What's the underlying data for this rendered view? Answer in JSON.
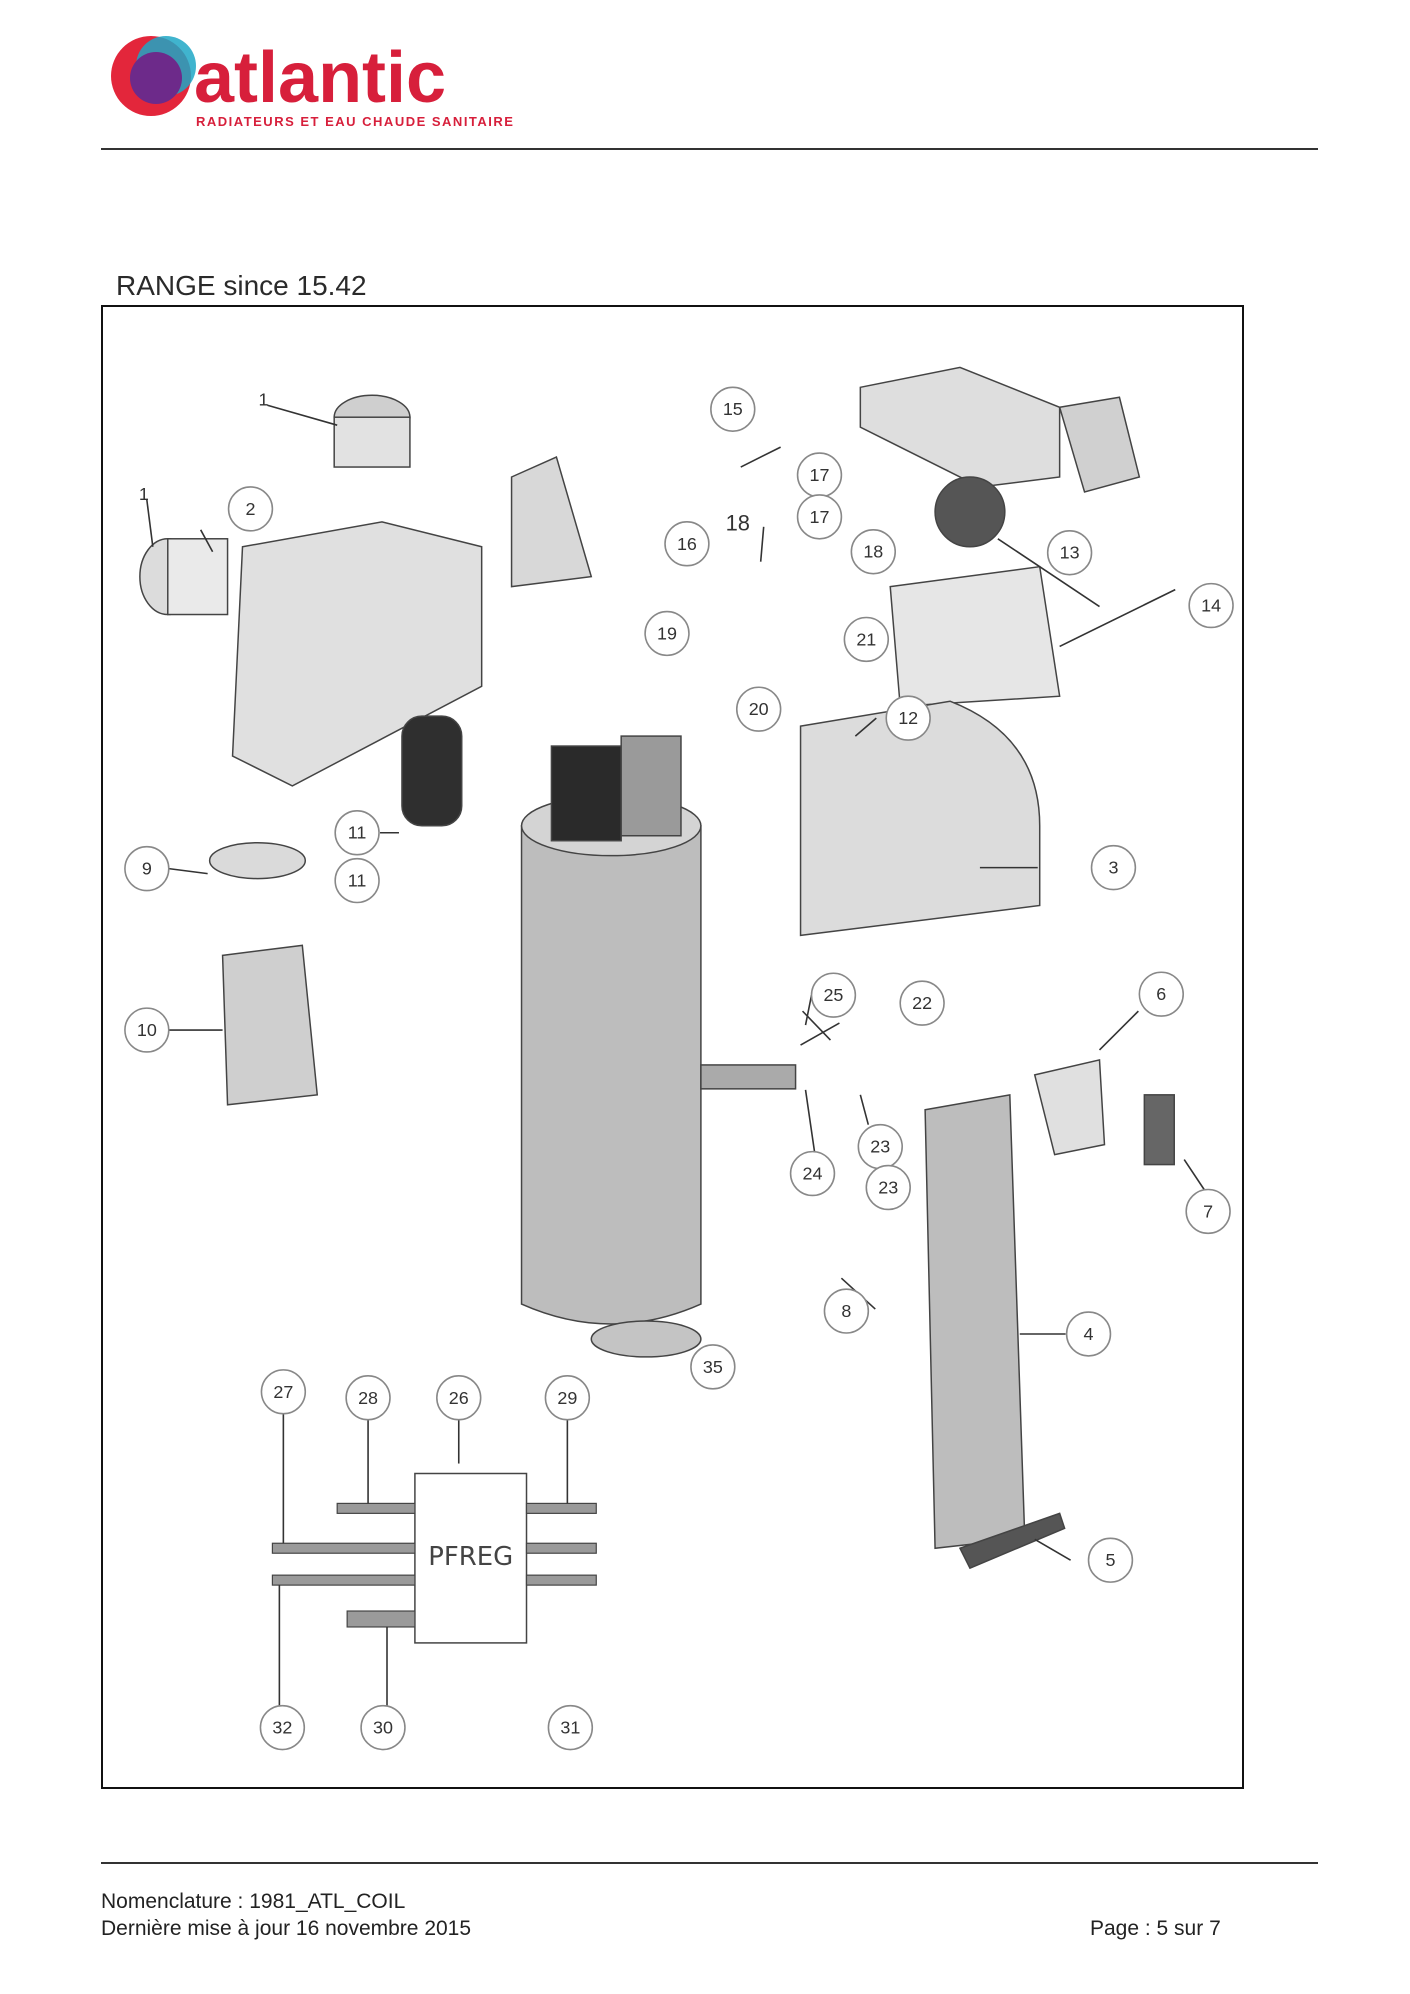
{
  "brand": {
    "name": "atlantic",
    "tagline": "RADIATEURS ET EAU CHAUDE SANITAIRE",
    "colors": {
      "text": "#d71f3b",
      "logo_red": "#e3263b",
      "logo_purple": "#6d2a8a",
      "logo_teal": "#1fa7c6"
    }
  },
  "section": {
    "title": "RANGE since 15.42"
  },
  "diagram": {
    "module_label": "PFREG",
    "callouts": [
      "1",
      "1",
      "2",
      "3",
      "4",
      "5",
      "6",
      "7",
      "8",
      "9",
      "10",
      "11",
      "11",
      "12",
      "13",
      "14",
      "15",
      "16",
      "17",
      "17",
      "18",
      "18",
      "19",
      "20",
      "21",
      "22",
      "23",
      "23",
      "24",
      "25",
      "26",
      "27",
      "28",
      "29",
      "30",
      "31",
      "32",
      "35"
    ]
  },
  "footer": {
    "nomenclature": "Nomenclature : 1981_ATL_COIL",
    "updated": "Dernière mise à jour 16 novembre 2015",
    "page": "Page : 5 sur 7"
  }
}
